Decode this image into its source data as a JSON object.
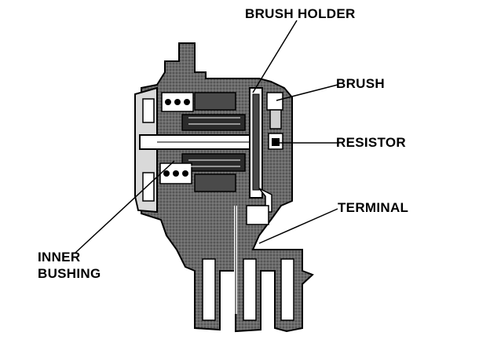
{
  "labels": {
    "brush_holder": "BRUSH HOLDER",
    "brush": "BRUSH",
    "resistor": "RESISTOR",
    "terminal": "TERMINAL",
    "inner_bushing_line1": "INNER",
    "inner_bushing_line2": "BUSHING"
  },
  "colors": {
    "ink": "#000000",
    "body_fill": "#5a5a5a",
    "dark_fill": "#2b2b2b",
    "light_fill": "#ffffff",
    "background": "#ffffff"
  }
}
